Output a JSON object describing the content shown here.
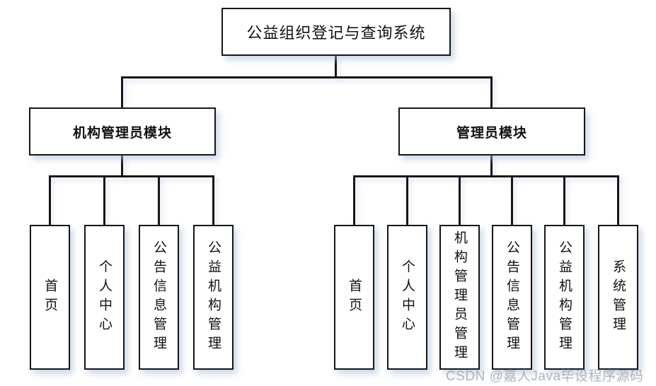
{
  "diagram": {
    "title_node": "公益组织登记与查询系统",
    "branches": [
      {
        "label": "机构管理员模块",
        "children": [
          "首页",
          "个人中心",
          "公告信息管理",
          "公益机构管理"
        ]
      },
      {
        "label": "管理员模块",
        "children": [
          "首页",
          "个人中心",
          "机构管理员管理",
          "公告信息管理",
          "公益机构管理",
          "系统管理"
        ]
      }
    ],
    "line_color": "#161616",
    "shadow_color": "rgba(168,186,220,0.5)",
    "box_background": "#ffffff"
  },
  "watermark": {
    "text": "CSDN @嘉人Java毕设程序源码",
    "color": "#9ba1ab"
  }
}
